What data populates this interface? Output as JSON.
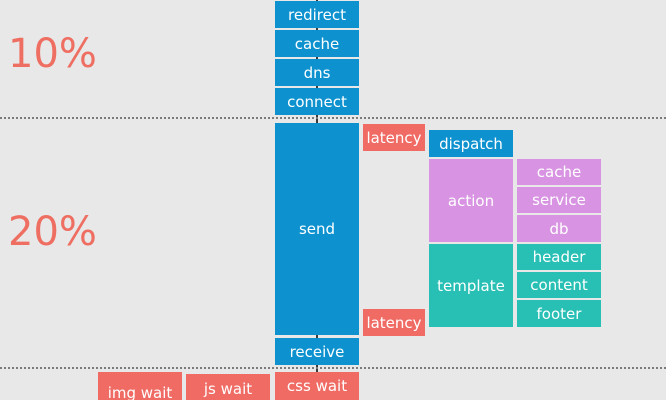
{
  "percent_labels": {
    "top": "10%",
    "middle": "20%"
  },
  "stages": {
    "redirect": "redirect",
    "cache": "cache",
    "dns": "dns",
    "connect": "connect",
    "send": "send",
    "receive": "receive",
    "css_wait": "css wait",
    "js_wait": "js wait",
    "img_wait": "img wait"
  },
  "latency": {
    "top": "latency",
    "bottom": "latency"
  },
  "server": {
    "dispatch": "dispatch",
    "action": "action",
    "action_children": [
      "cache",
      "service",
      "db"
    ],
    "template": "template",
    "template_children": [
      "header",
      "content",
      "footer"
    ]
  },
  "colors": {
    "network": "#0d92cf",
    "wait": "#ef6b64",
    "action": "#d894e2",
    "template": "#28bfb5",
    "percent_text": "#ee6e62"
  }
}
